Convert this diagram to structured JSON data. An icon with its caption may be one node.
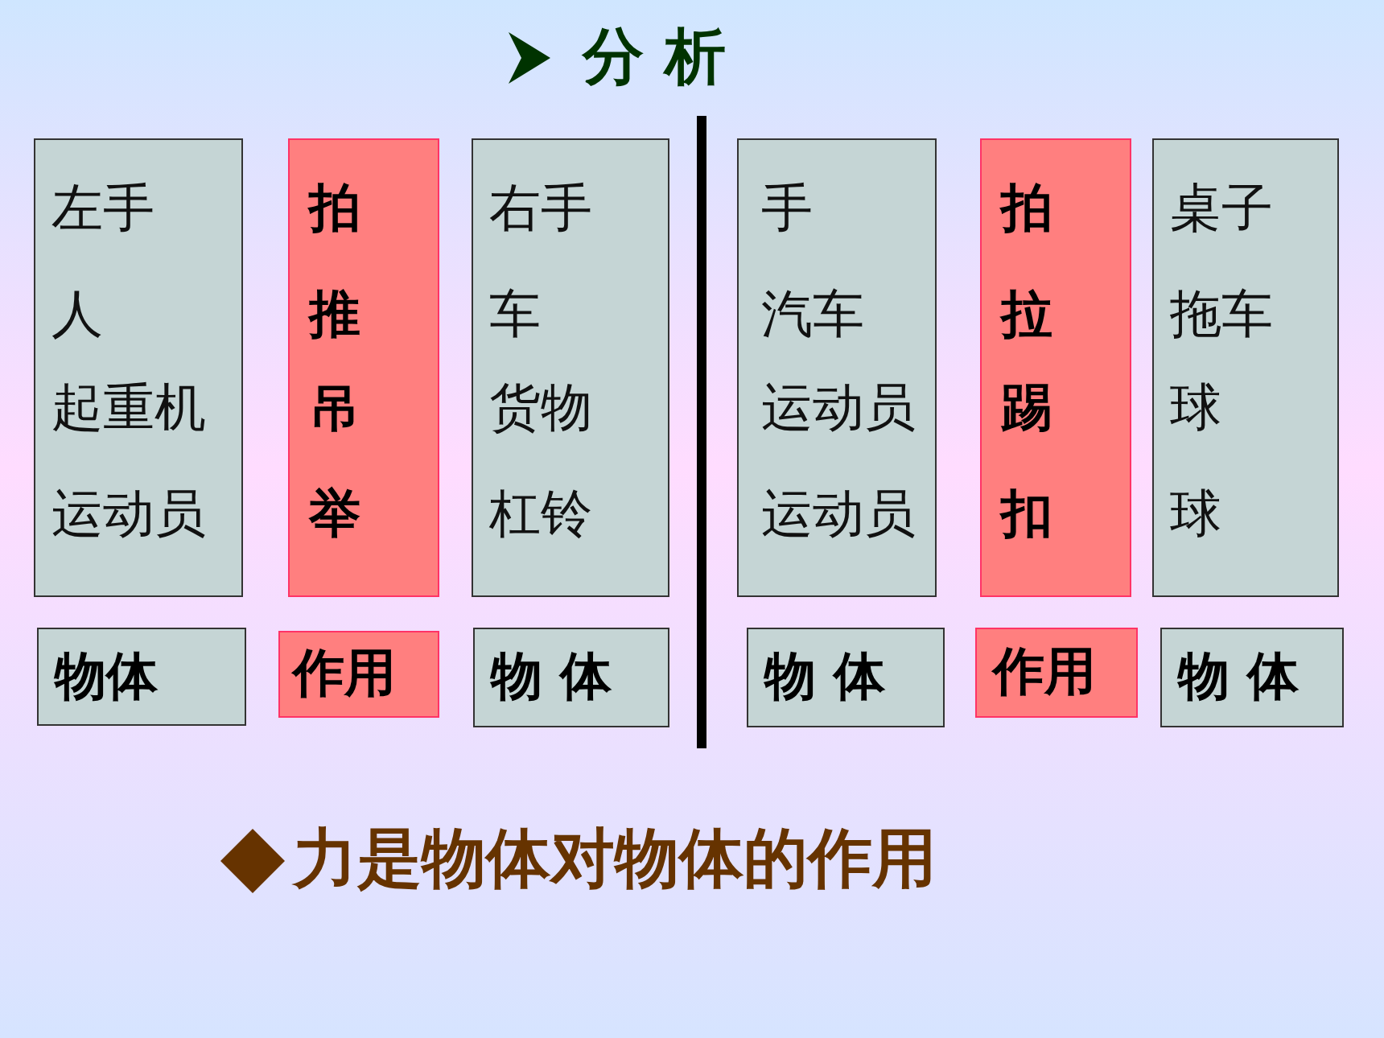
{
  "diagram": {
    "title": "分 析",
    "nodes": [
      {
        "text": [
          "左手",
          "人",
          "起重机",
          "运动员"
        ]
      },
      {
        "text": [
          "拍",
          "推",
          "吊",
          "举"
        ]
      },
      {
        "text": [
          "右手",
          "车",
          "货物",
          "杠铃"
        ]
      },
      {
        "text": [
          "手",
          "汽车",
          "运动员",
          "运动员"
        ]
      },
      {
        "text": [
          "拍",
          "拉",
          "踢",
          "扣"
        ]
      },
      {
        "text": [
          "桌子",
          "拖车",
          "球",
          "球"
        ]
      },
      {
        "text": [
          "物体"
        ]
      },
      {
        "text": [
          "作用"
        ]
      },
      {
        "text": [
          "物 体"
        ]
      },
      {
        "text": [
          "物 体"
        ]
      },
      {
        "text": [
          "作用"
        ]
      },
      {
        "text": [
          "物 体"
        ]
      }
    ],
    "caption": "力是物体对物体的作用"
  }
}
